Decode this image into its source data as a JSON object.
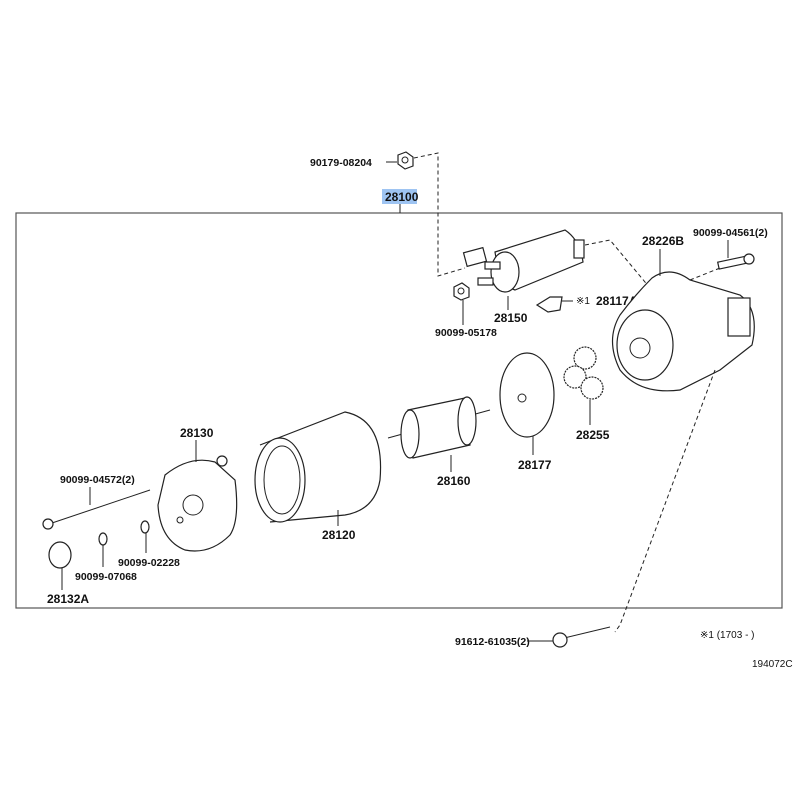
{
  "assembly": {
    "part_number": "28100",
    "highlight_color": "#9ec4f2"
  },
  "callouts": {
    "nut_top": "90179-08204",
    "brush_holder_bolt": "90099-04561(2)",
    "housing": "28226B",
    "part_28117A_note": "※1",
    "part_28117A": "28117A",
    "solenoid": "28150",
    "nut_solenoid": "90099-05178",
    "gears": "28255",
    "plate": "28177",
    "armature": "28160",
    "end_frame": "28130",
    "through_bolt": "90099-04572(2)",
    "yoke": "28120",
    "washer": "90099-02228",
    "clip": "90099-07068",
    "cap": "28132A",
    "mount_bolt": "91612-61035(2)"
  },
  "footnote": "※1 (1703 -    )",
  "diagram_id": "194072C"
}
